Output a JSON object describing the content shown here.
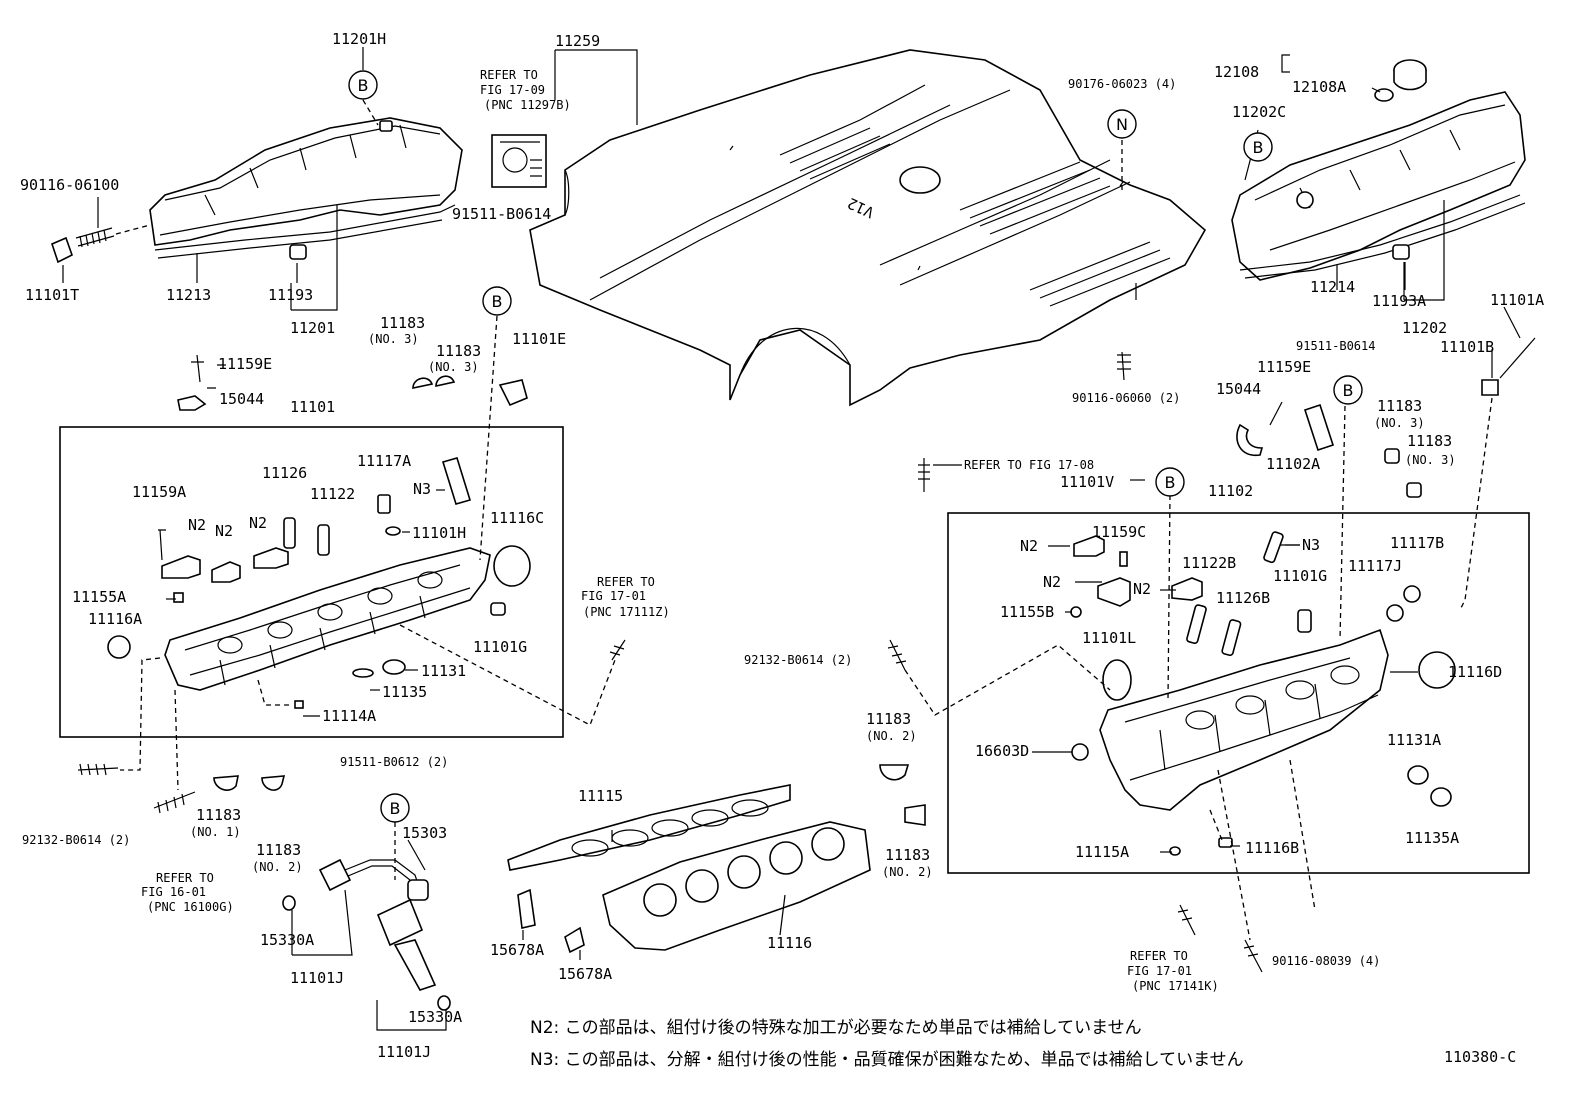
{
  "diagram_id": "110380-C",
  "parts_left": {
    "valve_cover_group": "11201",
    "valve_cover_sub": "11201H",
    "gasket": "11213",
    "grommet": "11193",
    "stud": "90116-06100",
    "plug": "11101T",
    "bolt_e": "11159E",
    "clip": "15044",
    "head_label": "11101",
    "bearing_no3_a": "11183",
    "bearing_no3_a_note": "(NO. 3)",
    "bearing_no3_b": "11183",
    "bearing_no3_b_note": "(NO. 3)",
    "plug_e": "11101E",
    "bolt_a": "11159A",
    "pin_126": "11126",
    "pin_122": "11122",
    "plug_117a": "11117A",
    "n3_label": "N3",
    "n2_a": "N2",
    "n2_b": "N2",
    "n2_c": "N2",
    "plug_h": "11101H",
    "cap_c": "11116C",
    "pin_155a": "11155A",
    "cap_a": "11116A",
    "plug_g": "11101G",
    "seal_131": "11131",
    "seal_135": "11135",
    "pin_114a": "11114A",
    "stud_bottom": "92132-B0614 (2)",
    "refer_left_1": "REFER TO",
    "refer_left_2": "FIG 16-01",
    "refer_left_3": "(PNC 16100G)",
    "bearing_no1": "11183",
    "bearing_no1_note": "(NO. 1)",
    "bearing_no2": "11183",
    "bearing_no2_note": "(NO. 2)",
    "refer_mid_1": "REFER TO",
    "refer_mid_2": "FIG 17-01",
    "refer_mid_3": "(PNC 17111Z)"
  },
  "parts_center": {
    "cover": "11259",
    "refer_cover_1": "REFER TO",
    "refer_cover_2": "FIG 17-09",
    "refer_cover_3": "(PNC 11297B)",
    "bolt_cover": "91511-B0614",
    "stud_cover": "90116-06060 (2)",
    "washer_cover": "90176-06023 (4)",
    "cover_mark": "V12",
    "refer_1708": "REFER TO FIG 17-08",
    "plug_v": "11101V",
    "stud_mid": "92132-B0614 (2)",
    "bearing_mid": "11183",
    "bearing_mid_note": "(NO. 2)",
    "bearing_mid_b": "11183",
    "bearing_mid_b_note": "(NO. 2)",
    "gasket_upper": "11115",
    "gasket_lower": "11116",
    "sensor_a": "15678A",
    "sensor_b": "15678A",
    "bolt_612": "91511-B0612 (2)",
    "oil_pipe": "15303",
    "oring_a": "15330A",
    "oring_b": "15330A",
    "union_a": "11101J",
    "union_b": "11101J"
  },
  "parts_right": {
    "cap": "12108",
    "cap_gasket": "12108A",
    "cover_sub": "11202C",
    "cover_gasket": "11214",
    "grommet": "11193A",
    "cover_group": "11202",
    "plug_a": "11101A",
    "plug_b": "11101B",
    "bolt_right": "91511-B0614",
    "bolt_e": "11159E",
    "clip": "15044",
    "union_102a": "11102A",
    "bearing_no3_a": "11183",
    "bearing_no3_a_note": "(NO. 3)",
    "bearing_no3_b": "11183",
    "bearing_no3_b_note": "(NO. 3)",
    "head_label": "11102",
    "n2_a": "N2",
    "n2_b": "N2",
    "n2_c": "N2",
    "n3": "N3",
    "bolt_c": "11159C",
    "pin_155b": "11155B",
    "pin_122b": "11122B",
    "pin_126b": "11126B",
    "plug_g": "11101G",
    "plug_117j": "11117J",
    "plug_117b": "11117B",
    "plug_l": "11101L",
    "cap_d": "11116D",
    "plug_603d": "16603D",
    "seal_131a": "11131A",
    "seal_135a": "11135A",
    "pin_115a": "11115A",
    "cap_b": "11116B",
    "refer_1": "REFER TO",
    "refer_2": "FIG 17-01",
    "refer_3": "(PNC 17141K)",
    "stud_bottom": "90116-08039 (4)"
  },
  "callouts": {
    "B1": "B",
    "B2": "B",
    "B3": "B",
    "B4": "B",
    "B5": "B",
    "B6": "B",
    "N1": "N"
  },
  "notes": {
    "n2": "N2:  この部品は、組付け後の特殊な加工が必要なため単品では補給していません",
    "n3": "N3:  この部品は、分解・組付け後の性能・品質確保が困難なため、単品では補給していません"
  }
}
